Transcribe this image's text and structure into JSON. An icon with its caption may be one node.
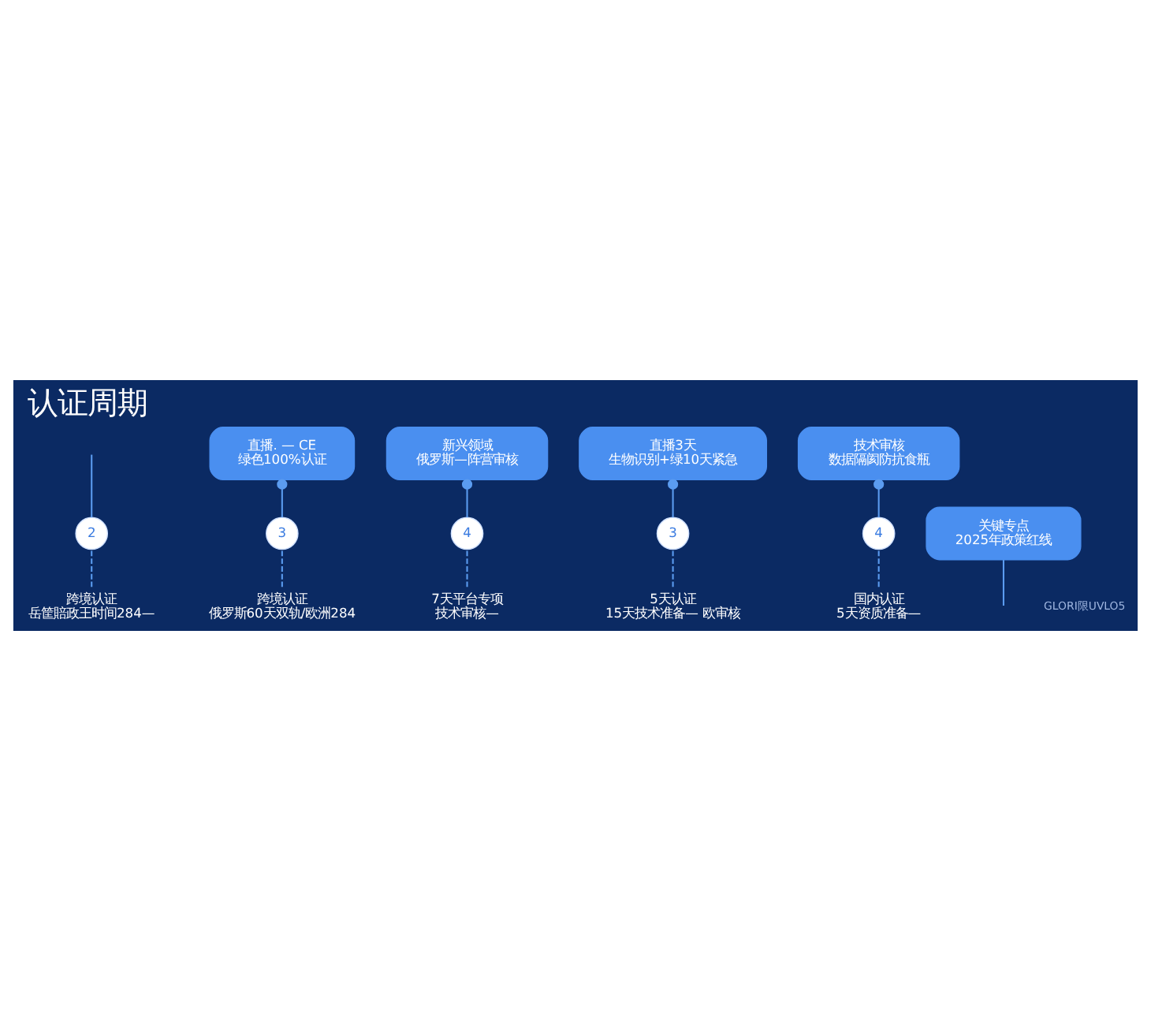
{
  "diagram": {
    "title": "认证周期",
    "nodes": [
      {
        "text": [
          "跨境认证",
          "岳筐賠政王时间284—"
        ]
      },
      {
        "text": [
          "2"
        ]
      },
      {
        "text": [
          "跨境认证",
          "俄罗斯60天双轨/欧洲284"
        ]
      },
      {
        "text": [
          "直播. — CE",
          "绿色100%认证"
        ]
      },
      {
        "text": [
          "3"
        ]
      },
      {
        "text": [
          "7天平台专项",
          "技术审核—"
        ]
      },
      {
        "text": [
          "新兴领域",
          "俄罗斯—阵营审核"
        ]
      },
      {
        "text": [
          "4"
        ]
      },
      {
        "text": [
          "5天认证",
          "15天技术准备— 欧审核"
        ]
      },
      {
        "text": [
          "直播3天",
          "生物识别+绿10天紧急"
        ]
      },
      {
        "text": [
          "3"
        ]
      },
      {
        "text": [
          "国内认证",
          "5天资质准备—"
        ]
      },
      {
        "text": [
          "技术审核",
          "数据隔阂防抗食瓶"
        ]
      },
      {
        "text": [
          "4"
        ]
      },
      {
        "text": [
          "关键专点",
          "2025年政策红线"
        ]
      }
    ],
    "edges": [
      {
        "from": 0,
        "to": 1,
        "arrow": "none",
        "style": "dashed"
      },
      {
        "from": 1,
        "to": null,
        "arrow": "none"
      },
      {
        "from": 2,
        "to": 4,
        "arrow": "none",
        "style": "dashed"
      },
      {
        "from": 4,
        "to": 3,
        "arrow": "other"
      },
      {
        "from": 5,
        "to": 7,
        "arrow": "none",
        "style": "dashed"
      },
      {
        "from": 7,
        "to": 6,
        "arrow": "other"
      },
      {
        "from": 8,
        "to": 10,
        "arrow": "none",
        "style": "dashed"
      },
      {
        "from": 10,
        "to": 9,
        "arrow": "other"
      },
      {
        "from": 11,
        "to": 13,
        "arrow": "none",
        "style": "dashed"
      },
      {
        "from": 13,
        "to": 12,
        "arrow": "other"
      },
      {
        "from": null,
        "to": 14,
        "arrow": "none"
      }
    ],
    "labels": [
      "GLORI限UVLO5"
    ]
  }
}
